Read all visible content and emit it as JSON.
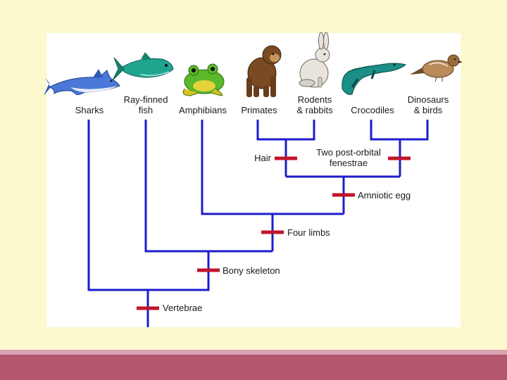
{
  "colors": {
    "page_background": "#fdf9cf",
    "panel_background": "#ffffff",
    "tree_line": "#1c1ccc",
    "trait_tick": "#c0142a",
    "footer_band": "#b5566f",
    "footer_band_light": "#d8a4b4"
  },
  "taxa": [
    {
      "id": "sharks",
      "label": "Sharks",
      "icon": "shark-icon"
    },
    {
      "id": "ray-finned-fish",
      "label": "Ray-finned\nfish",
      "icon": "fish-icon"
    },
    {
      "id": "amphibians",
      "label": "Amphibians",
      "icon": "frog-icon"
    },
    {
      "id": "primates",
      "label": "Primates",
      "icon": "monkey-icon"
    },
    {
      "id": "rodents-rabbits",
      "label": "Rodents\n& rabbits",
      "icon": "rabbit-icon"
    },
    {
      "id": "crocodiles",
      "label": "Crocodiles",
      "icon": "crocodile-icon"
    },
    {
      "id": "dinosaurs-birds",
      "label": "Dinosaurs\n& birds",
      "icon": "bird-icon"
    }
  ],
  "traits": [
    {
      "id": "hair",
      "label": "Hair"
    },
    {
      "id": "two-post-orbital-fenestrae",
      "label": "Two post-orbital\nfenestrae"
    },
    {
      "id": "amniotic-egg",
      "label": "Amniotic egg"
    },
    {
      "id": "four-limbs",
      "label": "Four limbs"
    },
    {
      "id": "bony-skeleton",
      "label": "Bony skeleton"
    },
    {
      "id": "vertebrae",
      "label": "Vertebrae"
    }
  ]
}
